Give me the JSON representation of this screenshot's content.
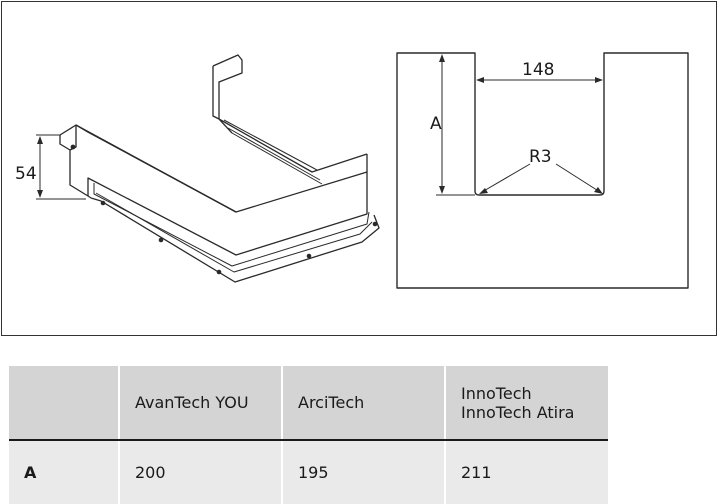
{
  "drawing": {
    "height_dim": "54",
    "width_dim": "148",
    "depth_dim": "A",
    "radius_dim": "R3"
  },
  "table": {
    "columns": [
      {
        "lines": [
          ""
        ]
      },
      {
        "lines": [
          "AvanTech YOU"
        ]
      },
      {
        "lines": [
          "ArciTech"
        ]
      },
      {
        "lines": [
          "InnoTech",
          "InnoTech Atira"
        ]
      }
    ],
    "rows": [
      {
        "label": "A",
        "values": [
          "200",
          "195",
          "211"
        ]
      }
    ]
  }
}
